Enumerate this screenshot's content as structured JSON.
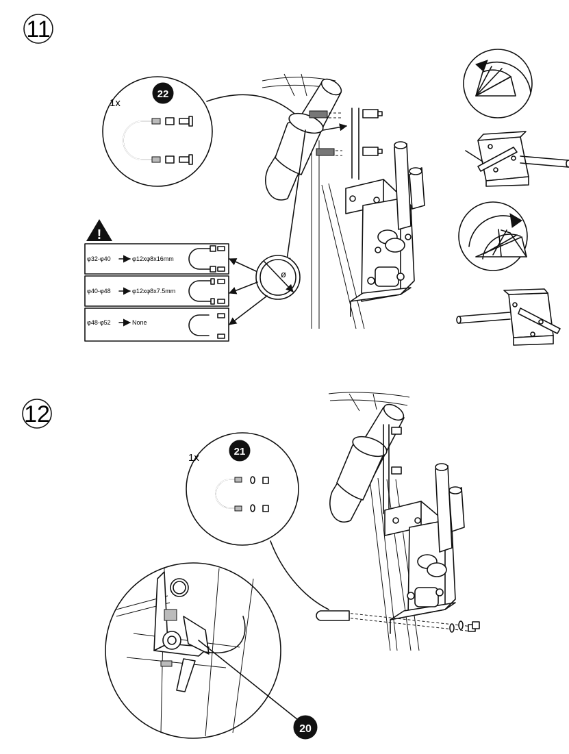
{
  "steps": [
    {
      "number": "11",
      "kit": {
        "qty": "1x",
        "badge": "22"
      },
      "table": [
        {
          "range": "φ32-φ40",
          "size": "φ12xφ8x16mm"
        },
        {
          "range": "φ40-φ48",
          "size": "φ12xφ8x7.5mm"
        },
        {
          "range": "φ48-φ52",
          "size": "None"
        }
      ],
      "diameter_symbol": "ø",
      "warning_symbol": "!"
    },
    {
      "number": "12",
      "kit": {
        "qty": "1x",
        "badge": "21"
      },
      "callout_badge": "20"
    }
  ],
  "colors": {
    "line": "#111111",
    "badge": "#111111",
    "badge_text": "#ffffff"
  },
  "icons": [
    "warning-icon",
    "rotate-counterclockwise-icon",
    "rotate-clockwise-icon",
    "diameter-gauge-icon"
  ]
}
